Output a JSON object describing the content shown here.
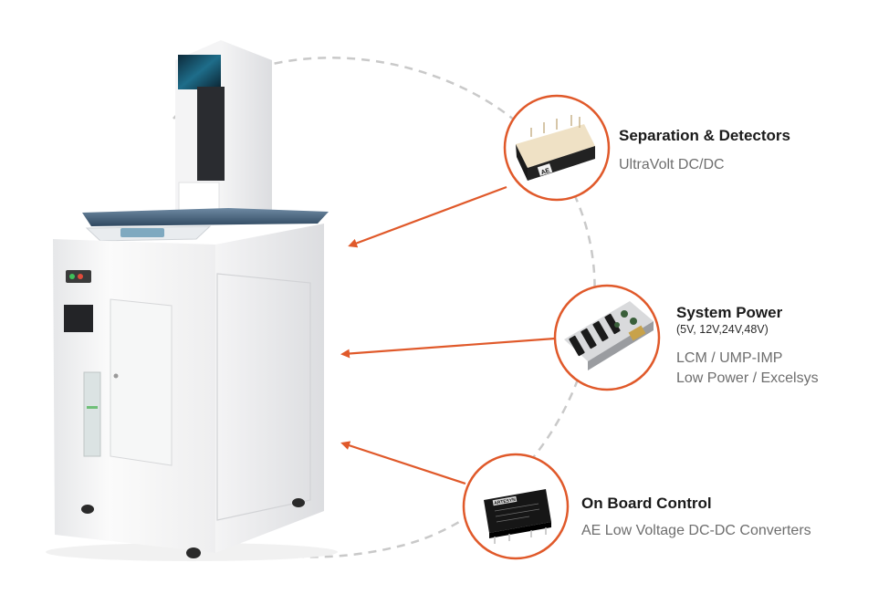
{
  "colors": {
    "accent": "#e0592a",
    "dash": "#c9c9c9"
  },
  "callouts": [
    {
      "title": "Separation & Detectors",
      "lines": [
        "UltraVolt DC/DC"
      ],
      "thumbnail": "hv-module-image",
      "module_label": "AE"
    },
    {
      "title": "System Power",
      "subtitle": "(5V, 12V,24V,48V)",
      "lines": [
        "LCM / UMP-IMP",
        "Low Power / Excelsys"
      ],
      "thumbnail": "power-supply-board-image"
    },
    {
      "title": "On Board Control",
      "lines": [
        "AE Low Voltage DC-DC Converters"
      ],
      "thumbnail": "dc-dc-converter-image",
      "module_label": "ARTESYN"
    }
  ]
}
